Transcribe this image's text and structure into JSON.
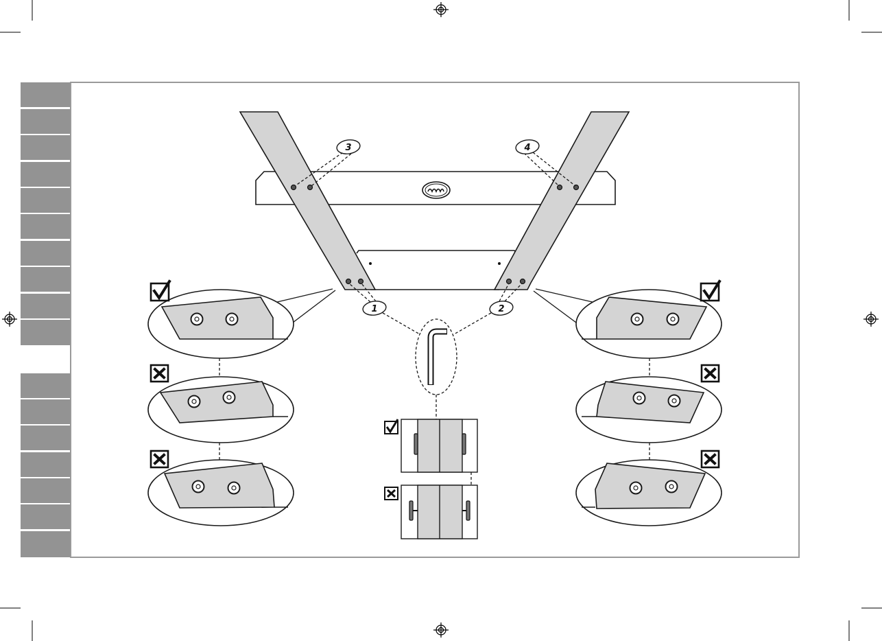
{
  "callouts": {
    "step_1": "1",
    "step_2": "2",
    "step_3": "3",
    "step_4": "4"
  },
  "verdict_icons": {
    "correct": "check-icon",
    "incorrect": "cross-icon"
  },
  "colors": {
    "board_fill": "#d4d4d4",
    "side_tab": "#939393",
    "frame": "#9a9a9a",
    "ink": "#1a1a1a"
  }
}
